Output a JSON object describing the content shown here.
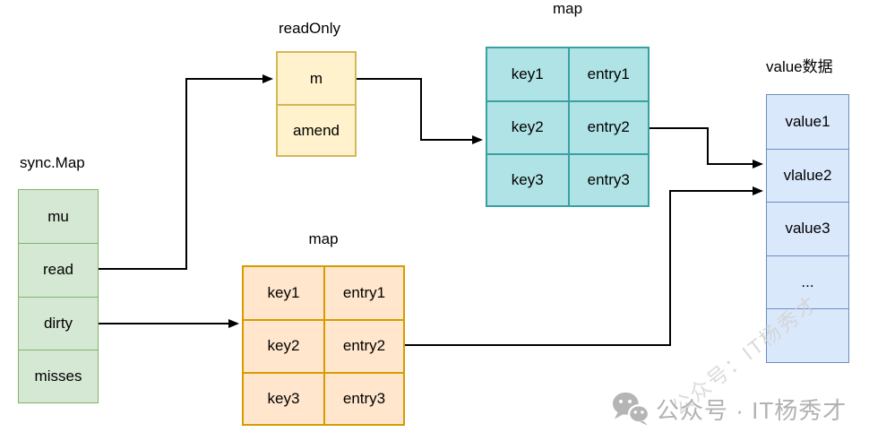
{
  "diagram": {
    "sync_map": {
      "label": "sync.Map",
      "cells": [
        "mu",
        "read",
        "dirty",
        "misses"
      ]
    },
    "read_only": {
      "label": "readOnly",
      "cells": [
        "m",
        "amend"
      ]
    },
    "read_map": {
      "label": "map",
      "rows": [
        [
          "key1",
          "entry1"
        ],
        [
          "key2",
          "entry2"
        ],
        [
          "key3",
          "entry3"
        ]
      ]
    },
    "dirty_map": {
      "label": "map",
      "rows": [
        [
          "key1",
          "entry1"
        ],
        [
          "key2",
          "entry2"
        ],
        [
          "key3",
          "entry3"
        ]
      ]
    },
    "value_list": {
      "label": "value数据",
      "cells": [
        "value1",
        "vlalue2",
        "value3",
        "...",
        ""
      ]
    },
    "edges": [
      {
        "from": "sync.Map.read",
        "to": "readOnly.m"
      },
      {
        "from": "readOnly.m",
        "to": "map(read-only).key2-row"
      },
      {
        "from": "map(read-only).entry2",
        "to": "value数据.vlalue2"
      },
      {
        "from": "sync.Map.dirty",
        "to": "map(dirty).key2-row"
      },
      {
        "from": "map(dirty).entry2",
        "to": "value数据.vlalue2"
      }
    ]
  },
  "colors": {
    "green_fill": "#d5e8d4",
    "green_stroke": "#82b366",
    "yellow_fill": "#fff2cc",
    "yellow_stroke": "#d6b656",
    "teal_fill": "#b0e3e6",
    "teal_stroke": "#3aa0a4",
    "orange_fill": "#ffe6cc",
    "orange_stroke": "#d79b00",
    "blue_fill": "#dae8fc",
    "blue_stroke": "#6c8ebf",
    "arrow": "#000000",
    "watermark_gray": "#b2b2b2"
  },
  "watermark": {
    "icon": "wechat-icon",
    "footer_text": "公众号 · IT杨秀才",
    "diagonal_text": "公众号：IT杨秀才"
  }
}
